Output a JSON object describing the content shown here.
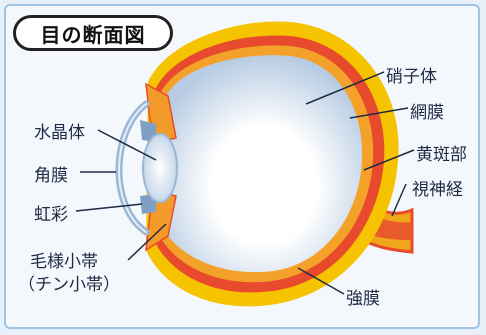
{
  "title": "目の断面図",
  "labels": {
    "vitreous": "硝子体",
    "retina": "網膜",
    "macula": "黄斑部",
    "optic_nerve": "視神経",
    "sclera": "強膜",
    "lens": "水晶体",
    "cornea": "角膜",
    "iris": "虹彩",
    "ciliary_zonule_line1": "毛様小帯",
    "ciliary_zonule_line2": "（チン小帯）"
  },
  "colors": {
    "sclera": "#f3c000",
    "choroid": "#e74a2c",
    "vitreous_edge": "#b9cde4",
    "vitreous_center": "#ffffff",
    "cornea": "#9cb7d6",
    "frame": "#9fc4e4"
  }
}
